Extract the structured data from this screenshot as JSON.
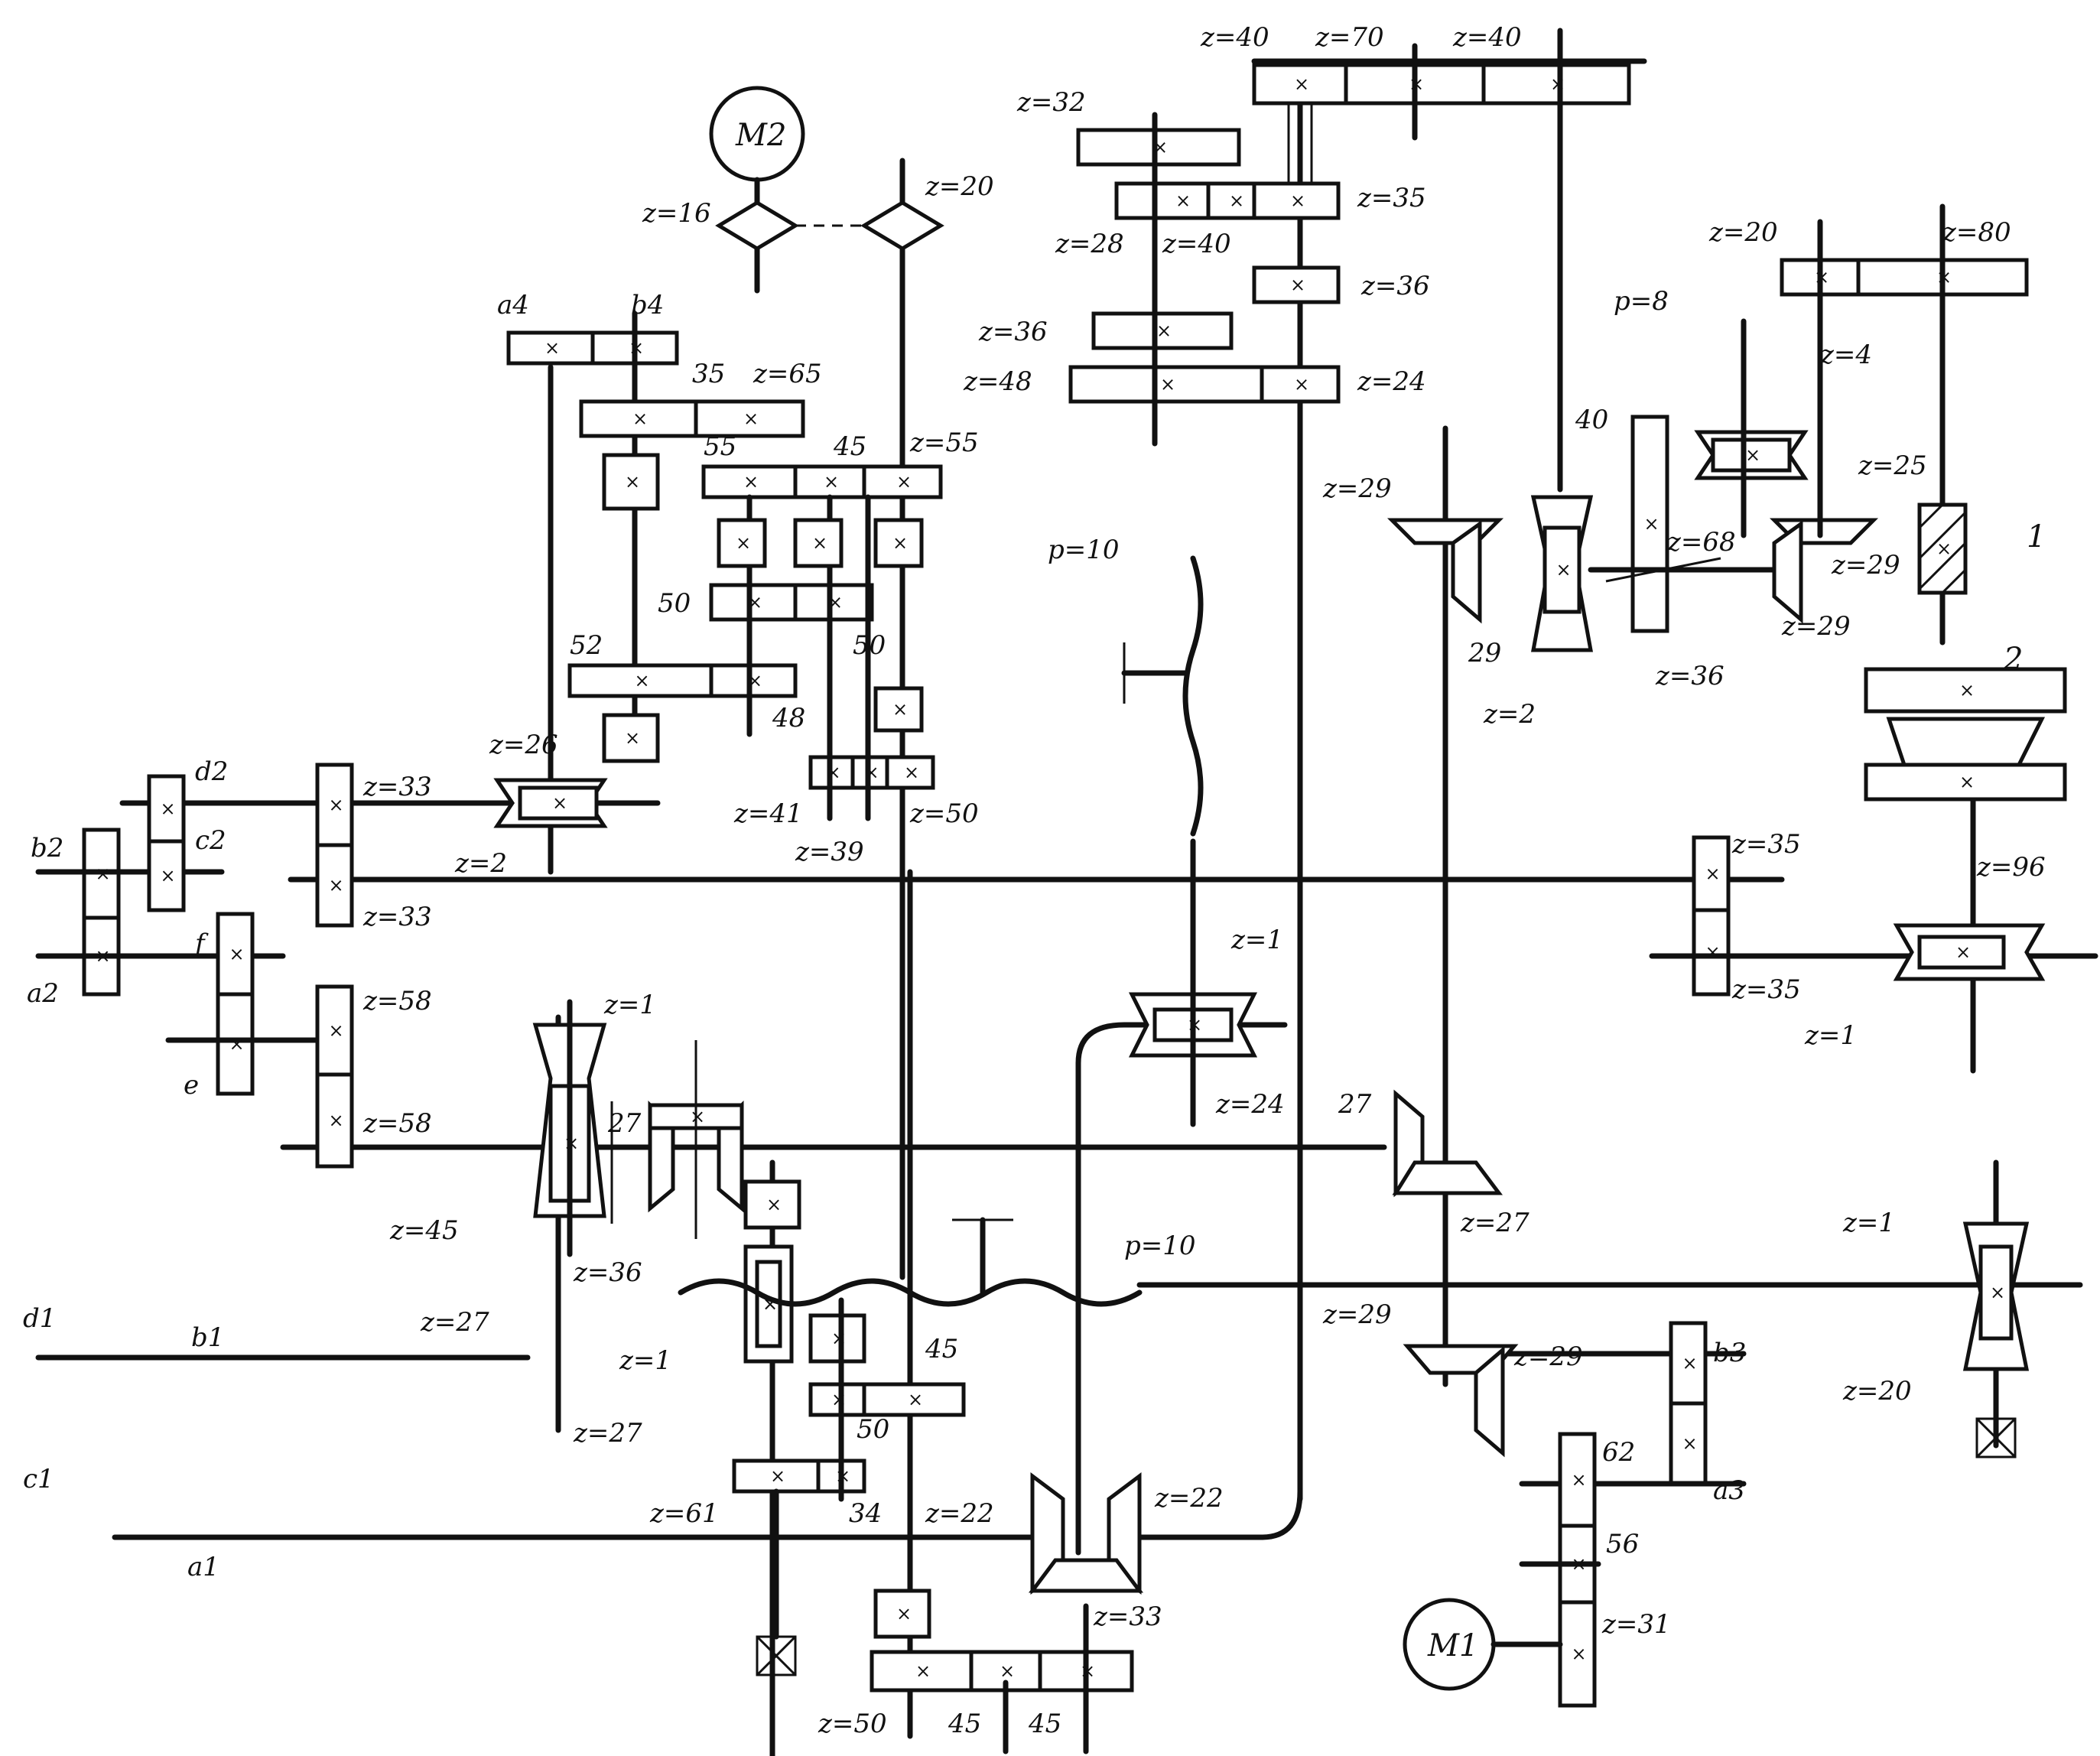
{
  "motors": [
    {
      "key": "m1",
      "label": "M1"
    },
    {
      "key": "m2",
      "label": "M2"
    }
  ],
  "labels": {
    "top_z40a": "z=40",
    "top_z70": "z=70",
    "top_z40b": "z=40",
    "z32": "z=32",
    "z35top": "z=35",
    "z28": "z=28",
    "z40s": "z=40",
    "z36top": "z=36",
    "z36b": "z=36",
    "z48": "z=48",
    "z24top": "z=24",
    "z16": "z=16",
    "z20m2": "z=20",
    "a4": "a4",
    "b4": "b4",
    "n35": "35",
    "z65": "z=65",
    "n55": "55",
    "n45top": "45",
    "z55": "z=55",
    "n50a": "50",
    "n52": "52",
    "n50b": "50",
    "n48": "48",
    "z26": "z=26",
    "z2left": "z=2",
    "z41": "z=41",
    "z39": "z=39",
    "z50mid": "z=50",
    "d2": "d2",
    "c2": "c2",
    "b2": "b2",
    "a2": "a2",
    "z33a": "z=33",
    "z33b": "z=33",
    "f": "f",
    "e": "e",
    "z58a": "z=58",
    "z58b": "z=58",
    "z1worm": "z=1",
    "n27": "27",
    "z45": "z=45",
    "z36mid": "z=36",
    "z1mid": "z=1",
    "p10a": "p=10",
    "p10b": "p=10",
    "z1nut": "z=1",
    "z24nut": "z=24",
    "n27r": "27",
    "z27r": "z=27",
    "z29r": "z=29",
    "n29r": "29",
    "z2r": "z=2",
    "z36r": "z=36",
    "p8": "p=8",
    "z4": "z=4",
    "z25": "z=25",
    "n40": "40",
    "z68": "z=68",
    "z29a": "z=29",
    "z29b": "z=29",
    "z20r": "z=20",
    "z80": "z=80",
    "part1": "1",
    "part2": "2",
    "z35a": "z=35",
    "z35b": "z=35",
    "z96": "z=96",
    "z1table": "z=1",
    "d1": "d1",
    "c1": "c1",
    "b1": "b1",
    "a1": "a1",
    "z27a": "z=27",
    "z27b": "z=27",
    "n45b": "45",
    "n50c": "50",
    "z61": "z=61",
    "n34": "34",
    "z22a": "z=22",
    "z22b": "z=22",
    "z33bot": "z=33",
    "z50bot": "z=50",
    "n45c": "45",
    "n45d": "45",
    "z29low": "z=29",
    "z29bv": "z=29",
    "b3": "b3",
    "a3": "a3",
    "n62": "62",
    "n56": "56",
    "z31": "z=31",
    "z1far": "z=1",
    "z20far": "z=20"
  }
}
